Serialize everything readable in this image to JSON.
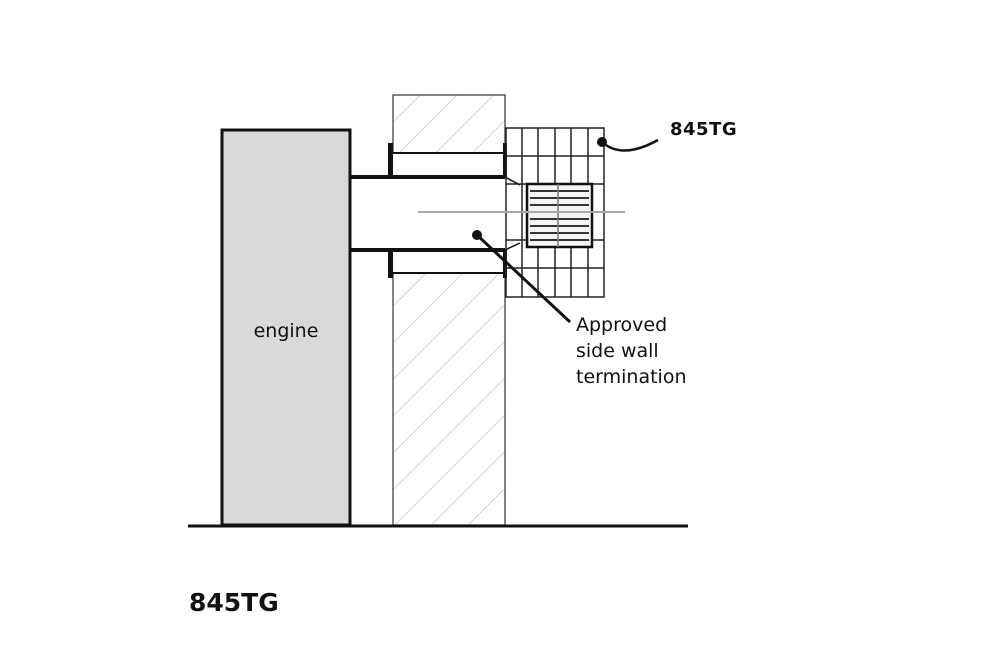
{
  "diagram": {
    "engine_label": "engine",
    "product_callout": "845TG",
    "termination_callout_lines": [
      "Approved",
      "side wall",
      "termination"
    ],
    "caption": "845TG",
    "colors": {
      "engine_fill": "#d9d9d7",
      "line": "#111111",
      "hatch": "#b5b5b5",
      "centerline": "#a8a8a8"
    }
  }
}
